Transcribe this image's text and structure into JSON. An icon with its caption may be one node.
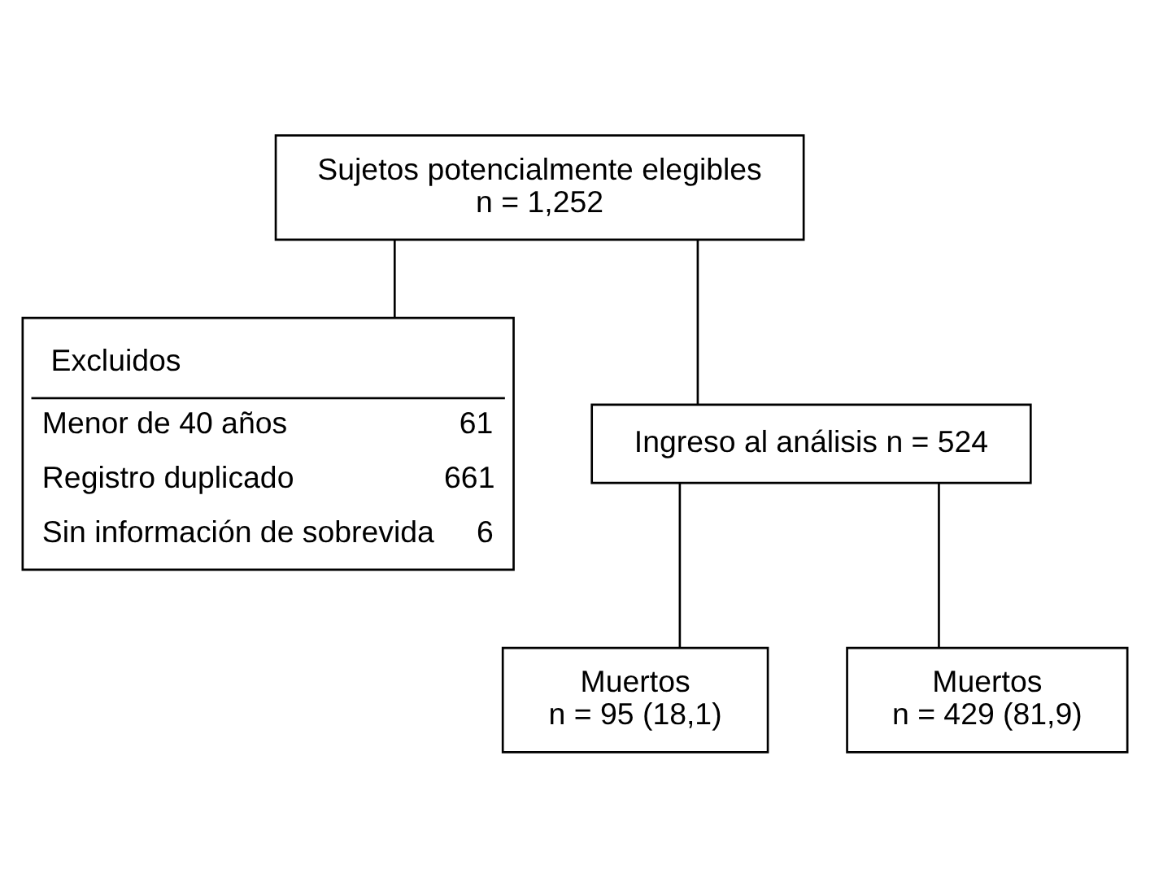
{
  "diagram": {
    "nodes": [
      {
        "text": [
          "Sujetos potencialmente elegibles",
          "n = 1,252"
        ]
      },
      {
        "text": [
          "Excluidos",
          "Menor de 40 años",
          "61",
          "Registro duplicado",
          "661",
          "Sin información de sobrevida",
          "6"
        ]
      },
      {
        "text": [
          "Ingreso al análisis n = 524"
        ]
      },
      {
        "text": [
          "Muertos",
          "n = 95 (18,1)"
        ]
      },
      {
        "text": [
          "Muertos",
          "n = 429 (81,9)"
        ]
      }
    ],
    "edges": [
      {
        "from": 0,
        "to": 2,
        "arrow": "none"
      },
      {
        "from": 0,
        "to": 1,
        "arrow": "none"
      },
      {
        "from": 2,
        "to": 3,
        "arrow": "none"
      },
      {
        "from": 2,
        "to": 4,
        "arrow": "none"
      }
    ]
  }
}
